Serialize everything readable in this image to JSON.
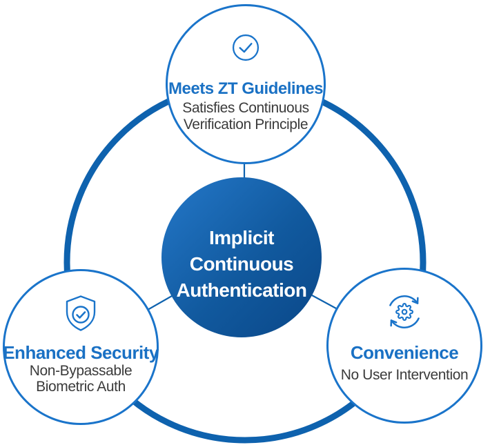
{
  "diagram": {
    "center": {
      "line1": "Implicit",
      "line2": "Continuous",
      "line3": "Authentication"
    },
    "nodes": {
      "top": {
        "icon": "check-circle-icon",
        "title": "Meets ZT Guidelines",
        "subtitle1": "Satisfies Continuous",
        "subtitle2": "Verification Principle"
      },
      "left": {
        "icon": "shield-check-icon",
        "title": "Enhanced Security",
        "subtitle1": "Non-Bypassable",
        "subtitle2": "Biometric Auth"
      },
      "right": {
        "icon": "sync-gear-icon",
        "title": "Convenience",
        "subtitle1": "No User Intervention"
      }
    },
    "colors": {
      "ring_blue": "#0E62AE",
      "node_border_blue": "#1A74CA",
      "title_blue": "#1A71C4",
      "subtitle_gray": "#3B3B3B",
      "center_gradient_start": "#2478C9",
      "center_gradient_end": "#0A4788",
      "icon_blue": "#1A74CA",
      "center_text": "#FFFFFF"
    }
  }
}
